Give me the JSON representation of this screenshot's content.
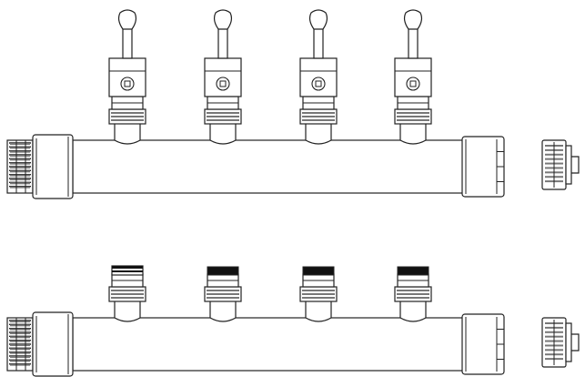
{
  "figure": {
    "style": "black-and-white line drawing",
    "background": "#ffffff",
    "line_color": "#222222",
    "thread_fill": "#777777",
    "dark_fill": "#111111"
  },
  "assemblies": [
    {
      "kind": "manifold-with-valves",
      "outlet_count": 4,
      "outlets": [
        {
          "type": "ball-valve-with-butterfly-handle",
          "badge_icon": "valve-position-icon"
        },
        {
          "type": "ball-valve-with-butterfly-handle",
          "badge_icon": "valve-position-icon"
        },
        {
          "type": "ball-valve-with-butterfly-handle",
          "badge_icon": "valve-position-icon"
        },
        {
          "type": "ball-valve-with-butterfly-handle",
          "badge_icon": "valve-position-icon"
        }
      ],
      "inlet_end": "threaded-male-connector",
      "closed_end": "hex-nut-end",
      "loose_part": "end-plug"
    },
    {
      "kind": "manifold-plain",
      "outlet_count": 4,
      "outlets": [
        {
          "type": "compression-fitting",
          "cap": "striped"
        },
        {
          "type": "compression-fitting",
          "cap": "solid"
        },
        {
          "type": "compression-fitting",
          "cap": "solid"
        },
        {
          "type": "compression-fitting",
          "cap": "solid"
        }
      ],
      "inlet_end": "threaded-male-connector",
      "closed_end": "hex-nut-end",
      "loose_part": "end-plug"
    }
  ]
}
